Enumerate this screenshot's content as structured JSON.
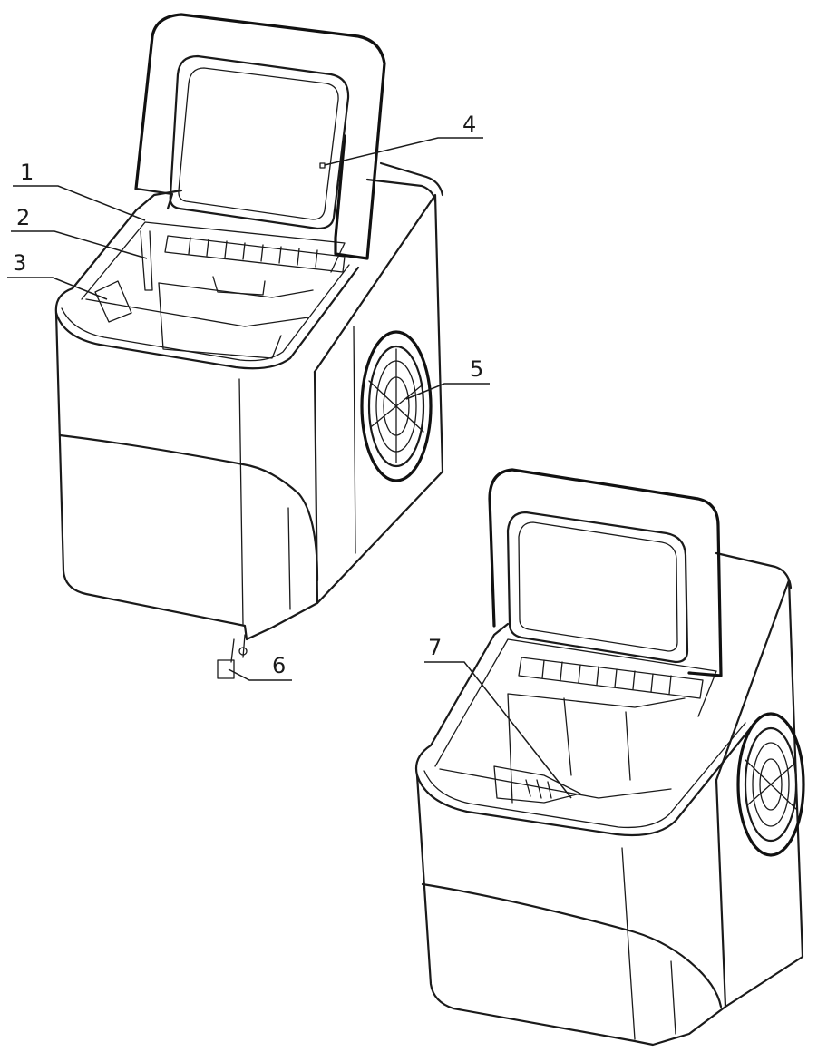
{
  "callouts": [
    {
      "id": "1",
      "label": "1"
    },
    {
      "id": "2",
      "label": "2"
    },
    {
      "id": "3",
      "label": "3"
    },
    {
      "id": "4",
      "label": "4"
    },
    {
      "id": "5",
      "label": "5"
    },
    {
      "id": "6",
      "label": "6"
    },
    {
      "id": "7",
      "label": "7"
    }
  ],
  "parts": [
    {
      "name": "upper-ice-maker",
      "icon": "ice-maker-open-lid"
    },
    {
      "name": "lower-ice-maker",
      "icon": "ice-maker-open-lid"
    },
    {
      "name": "cooling-fan",
      "icon": "fan-grille-icon"
    }
  ],
  "colors": {
    "line": "#1a1a1a",
    "background": "#ffffff"
  }
}
